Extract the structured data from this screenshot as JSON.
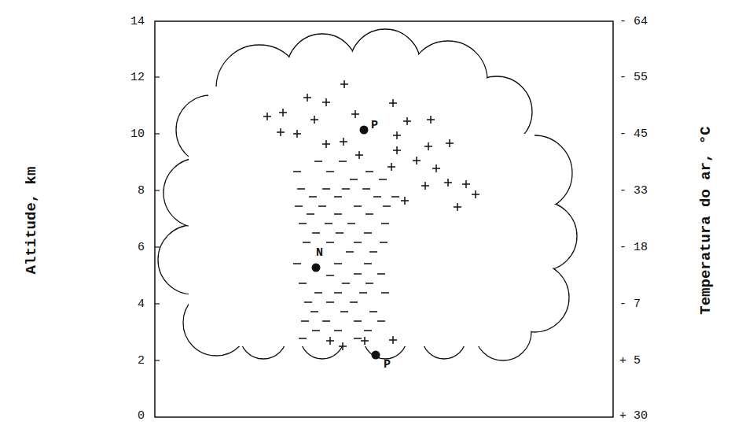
{
  "diagram": {
    "labels": [
      "Altitude, km",
      "14",
      "12",
      "10",
      "8",
      "6",
      "4",
      "2",
      "0",
      "Temperatura do ar, °C",
      "- 64",
      "- 55",
      "- 45",
      "- 33",
      "- 18",
      "- 7",
      "+ 5",
      "+ 30",
      "P",
      "N",
      "P"
    ]
  }
}
